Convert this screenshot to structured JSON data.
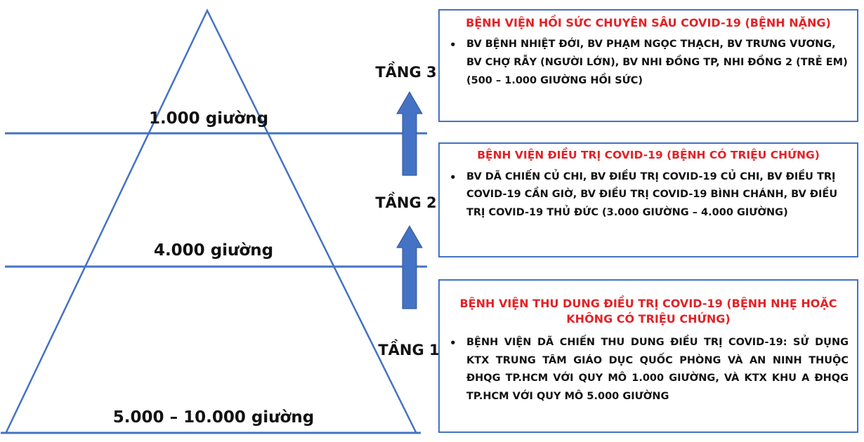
{
  "diagram": {
    "description": "COVID-19 three-tier hospital treatment pyramid",
    "bullet_char": "•",
    "colors": {
      "accent_blue": "#4472C4",
      "arrow_border_blue": "#2F5597",
      "title_red": "#E32227",
      "text_black": "#121212",
      "background": "#FFFFFF"
    },
    "pyramid": {
      "levels": [
        {
          "position": "top",
          "label": "1.000 giường"
        },
        {
          "position": "middle",
          "label": "4.000 giường"
        },
        {
          "position": "bottom",
          "label": "5.000 – 10.000 giường"
        }
      ]
    },
    "tiers": [
      {
        "label": "TẦNG 3",
        "box": {
          "title": "BỆNH VIỆN HỒI SỨC CHUYÊN SÂU COVID-19 (BỆNH NẶNG)",
          "items": [
            "BV BỆNH NHIỆT ĐỚI, BV PHẠM NGỌC THẠCH, BV TRƯNG VƯƠNG, BV CHỢ RẪY (NGƯỜI LỚN), BV NHI ĐỒNG TP, NHI ĐỒNG 2 (TRẺ EM) (500 – 1.000 GIƯỜNG HỒI SỨC)"
          ]
        }
      },
      {
        "label": "TẦNG 2",
        "box": {
          "title": "BỆNH VIỆN ĐIỀU TRỊ COVID-19 (BỆNH CÓ TRIỆU CHỨNG)",
          "items": [
            "BV DÃ CHIẾN CỦ CHI, BV ĐIỀU TRỊ COVID-19 CỦ CHI, BV ĐIỀU TRỊ COVID-19 CẦN GIỜ, BV ĐIỀU TRỊ COVID-19 BÌNH CHÁNH, BV ĐIỀU TRỊ COVID-19 THỦ ĐỨC (3.000 GIƯỜNG – 4.000 GIƯỜNG)"
          ]
        }
      },
      {
        "label": "TẦNG 1",
        "box": {
          "title": "BỆNH VIỆN THU DUNG ĐIỀU TRỊ COVID-19 (BỆNH NHẸ HOẶC KHÔNG CÓ TRIỆU CHỨNG)",
          "items": [
            "BỆNH VIỆN DÃ CHIẾN THU DUNG ĐIỀU TRỊ COVID-19: SỬ DỤNG KTX TRUNG TÂM GIÁO DỤC QUỐC PHÒNG VÀ AN NINH THUỘC ĐHQG TP.HCM VỚI QUY MÔ 1.000 GIƯỜNG, VÀ KTX KHU A ĐHQG TP.HCM VỚI QUY MÔ 5.000 GIƯỜNG"
          ]
        }
      }
    ]
  }
}
